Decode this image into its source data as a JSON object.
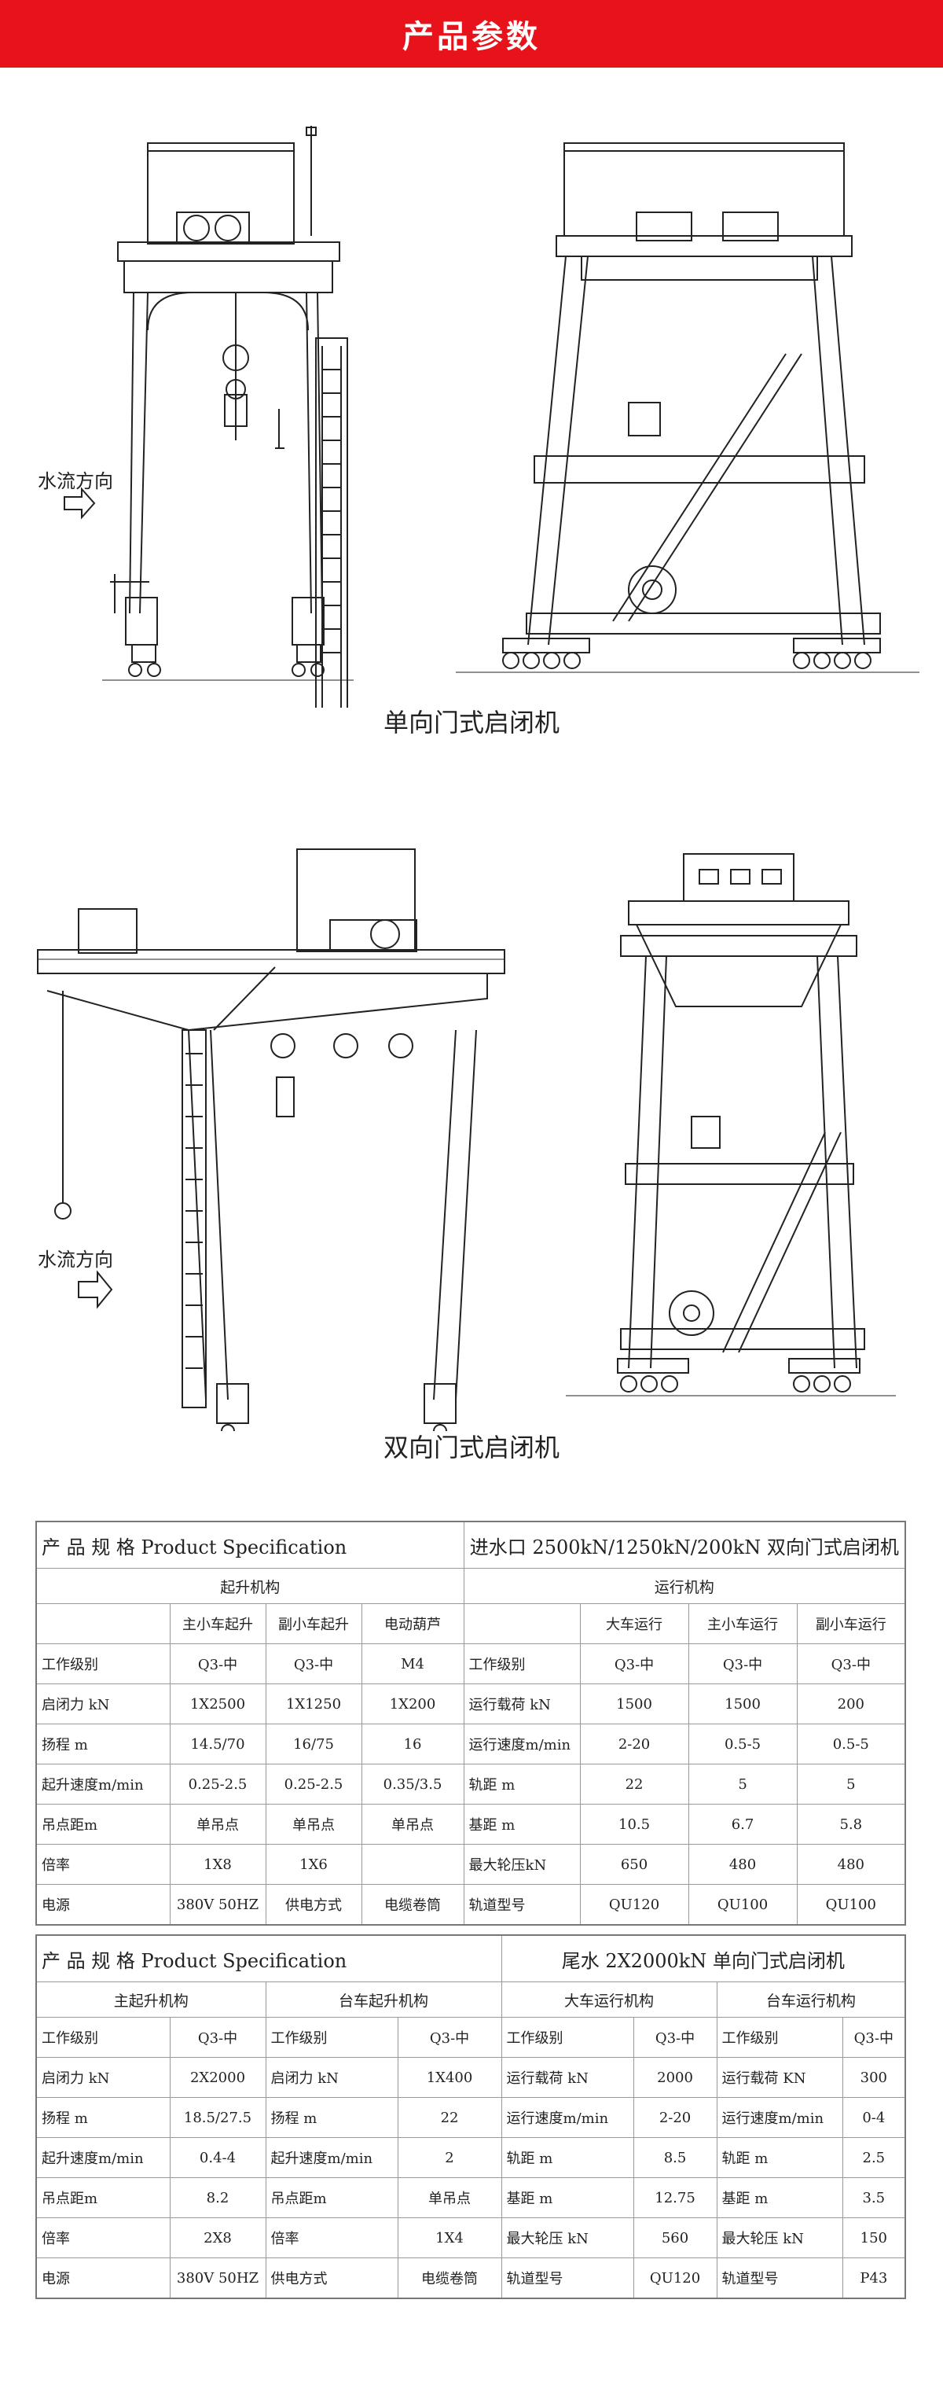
{
  "banner": {
    "title": "产品参数"
  },
  "figure1": {
    "flow_label": "水流方向",
    "caption": "单向门式启闭机"
  },
  "figure2": {
    "flow_label": "水流方向",
    "caption": "双向门式启闭机"
  },
  "table1": {
    "title_left": "产 品 规 格 Product Specification",
    "title_right": "进水口 2500kN/1250kN/200kN 双向门式启闭机",
    "group_left": "起升机构",
    "group_right": "运行机构",
    "sub_left": [
      "主小车起升",
      "副小车起升",
      "电动葫芦"
    ],
    "sub_right": [
      "大车运行",
      "主小车运行",
      "副小车运行"
    ],
    "rows": [
      [
        "工作级别",
        "Q3-中",
        "Q3-中",
        "M4",
        "工作级别",
        "Q3-中",
        "Q3-中",
        "Q3-中"
      ],
      [
        "启闭力 kN",
        "1X2500",
        "1X1250",
        "1X200",
        "运行载荷 kN",
        "1500",
        "1500",
        "200"
      ],
      [
        "扬程 m",
        "14.5/70",
        "16/75",
        "16",
        "运行速度m/min",
        "2-20",
        "0.5-5",
        "0.5-5"
      ],
      [
        "起升速度m/min",
        "0.25-2.5",
        "0.25-2.5",
        "0.35/3.5",
        "轨距 m",
        "22",
        "5",
        "5"
      ],
      [
        "吊点距m",
        "单吊点",
        "单吊点",
        "单吊点",
        "基距 m",
        "10.5",
        "6.7",
        "5.8"
      ],
      [
        "倍率",
        "1X8",
        "1X6",
        "",
        "最大轮压kN",
        "650",
        "480",
        "480"
      ],
      [
        "电源",
        "380V 50HZ",
        "供电方式",
        "电缆卷筒",
        "轨道型号",
        "QU120",
        "QU100",
        "QU100"
      ]
    ]
  },
  "table2": {
    "title_left": "产 品 规 格 Product Specification",
    "title_right": "尾水 2X2000kN 单向门式启闭机",
    "groups": [
      "主起升机构",
      "台车起升机构",
      "大车运行机构",
      "台车运行机构"
    ],
    "rows": [
      [
        "工作级别",
        "Q3-中",
        "工作级别",
        "Q3-中",
        "工作级别",
        "Q3-中",
        "工作级别",
        "Q3-中"
      ],
      [
        "启闭力 kN",
        "2X2000",
        "启闭力 kN",
        "1X400",
        "运行载荷 kN",
        "2000",
        "运行载荷 KN",
        "300"
      ],
      [
        "扬程 m",
        "18.5/27.5",
        "扬程 m",
        "22",
        "运行速度m/min",
        "2-20",
        "运行速度m/min",
        "0-4"
      ],
      [
        "起升速度m/min",
        "0.4-4",
        "起升速度m/min",
        "2",
        "轨距 m",
        "8.5",
        "轨距 m",
        "2.5"
      ],
      [
        "吊点距m",
        "8.2",
        "吊点距m",
        "单吊点",
        "基距 m",
        "12.75",
        "基距 m",
        "3.5"
      ],
      [
        "倍率",
        "2X8",
        "倍率",
        "1X4",
        "最大轮压 kN",
        "560",
        "最大轮压 kN",
        "150"
      ],
      [
        "电源",
        "380V 50HZ",
        "供电方式",
        "电缆卷筒",
        "轨道型号",
        "QU120",
        "轨道型号",
        "P43"
      ]
    ]
  }
}
